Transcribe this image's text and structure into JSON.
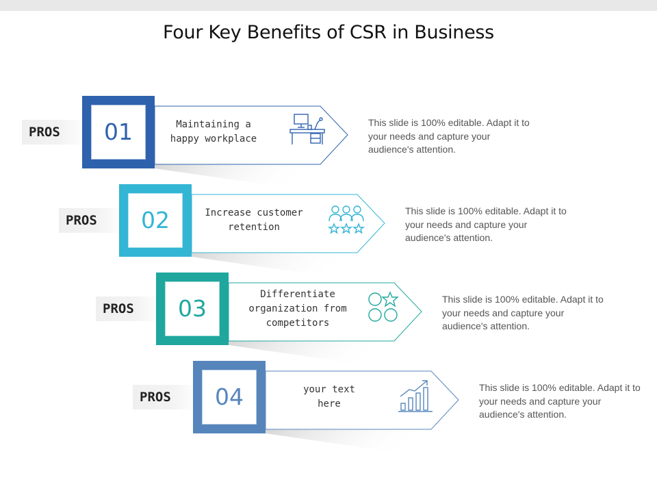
{
  "title": "Four Key Benefits of CSR in Business",
  "items": [
    {
      "tag": "PROS",
      "number": "01",
      "label": "Maintaining a\nhappy workplace",
      "description": "This slide is 100% editable. Adapt it to your needs and capture your audience's attention.",
      "color": "#2f62ad",
      "icon": "desk-workplace-icon"
    },
    {
      "tag": "PROS",
      "number": "02",
      "label": "Increase customer\nretention",
      "description": "This slide is 100% editable. Adapt it to your needs and capture your audience's attention.",
      "color": "#33b5d4",
      "icon": "customers-stars-icon"
    },
    {
      "tag": "PROS",
      "number": "03",
      "label": "Differentiate\norganization from\ncompetitors",
      "description": "This slide is 100% editable. Adapt it to your needs and capture your audience's attention.",
      "color": "#1fa79d",
      "icon": "circles-star-icon"
    },
    {
      "tag": "PROS",
      "number": "04",
      "label": "your text\nhere",
      "description": "This slide is 100% editable. Adapt it to your needs and capture your audience's attention.",
      "color": "#5685bb",
      "icon": "growth-chart-icon"
    }
  ]
}
